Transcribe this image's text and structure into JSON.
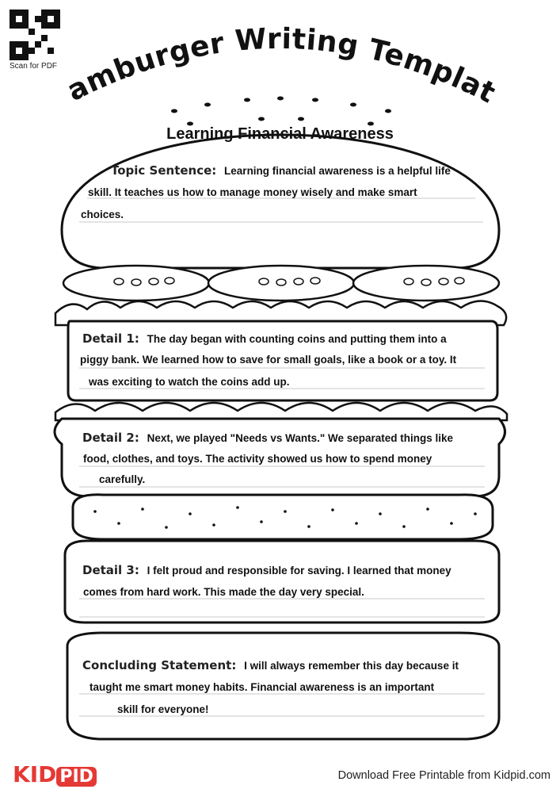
{
  "qr": {
    "caption": "Scan for PDF"
  },
  "title": "Hamburger Writing Template",
  "subtitle": "Learning Financial Awareness",
  "sections": {
    "topic": {
      "label": "Topic Sentence:",
      "lines": [
        "Learning financial awareness is a helpful life",
        "skill. It teaches us how to manage money wisely and make smart",
        "choices."
      ]
    },
    "detail1": {
      "label": "Detail 1:",
      "lines": [
        "The day began with counting coins and putting them into a",
        "piggy bank. We learned how to save for small goals, like a book or a toy. It",
        "was exciting to watch the coins add up."
      ]
    },
    "detail2": {
      "label": "Detail 2:",
      "lines": [
        "Next, we played \"Needs vs Wants.\" We separated things like",
        "food, clothes, and toys. The activity showed us how to spend money",
        "carefully."
      ]
    },
    "detail3": {
      "label": "Detail 3:",
      "lines": [
        "I felt proud and responsible for saving. I learned that money",
        "comes from hard work. This made the day very special."
      ]
    },
    "conclusion": {
      "label": "Concluding Statement:",
      "lines": [
        "I will always remember this day because it",
        "taught me smart money habits. Financial awareness is an important",
        "skill for everyone!"
      ]
    }
  },
  "brand": {
    "logo_main": "KID",
    "logo_tail": "PID"
  },
  "footer": "Download Free Printable from Kidpid.com"
}
